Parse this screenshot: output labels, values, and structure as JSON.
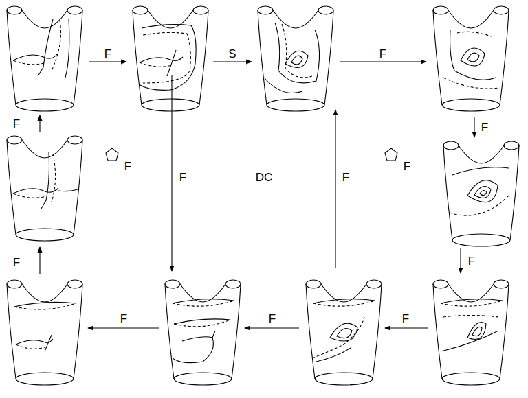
{
  "diagram": {
    "labels": [
      "F",
      "S",
      "F",
      "F",
      "F",
      "F",
      "F",
      "DC",
      "F",
      "F",
      "F",
      "F",
      "F",
      "F",
      "F"
    ]
  }
}
